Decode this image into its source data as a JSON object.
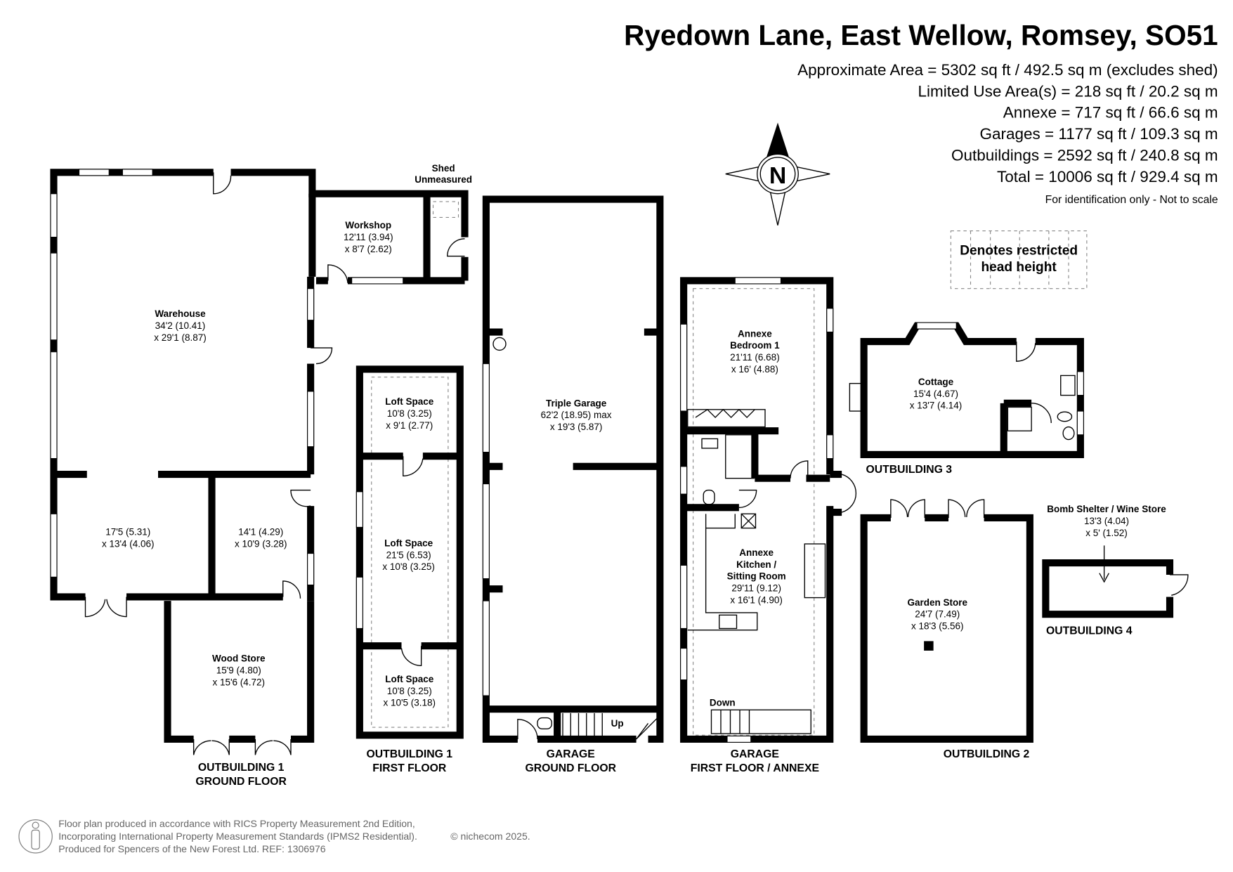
{
  "header": {
    "title": "Ryedown Lane, East Wellow, Romsey, SO51",
    "areas": [
      "Approximate Area = 5302 sq ft / 492.5 sq m (excludes shed)",
      "Limited Use Area(s) = 218 sq ft / 20.2 sq m",
      "Annexe = 717 sq ft / 66.6 sq m",
      "Garages = 1177 sq ft / 109.3 sq m",
      "Outbuildings = 2592 sq ft / 240.8 sq m",
      "Total = 10006 sq ft / 929.4 sq m"
    ],
    "disclaimer": "For identification only - Not to scale"
  },
  "compass": {
    "label": "N"
  },
  "legend": {
    "line1": "Denotes restricted",
    "line2": "head height"
  },
  "rooms": {
    "warehouse": {
      "name": "Warehouse",
      "d1": "34'2 (10.41)",
      "d2": "x 29'1 (8.87)"
    },
    "workshop": {
      "name": "Workshop",
      "d1": "12'11 (3.94)",
      "d2": "x 8'7 (2.62)"
    },
    "shed": {
      "name": "Shed",
      "d1": "Unmeasured"
    },
    "room_a": {
      "d1": "17'5 (5.31)",
      "d2": "x 13'4 (4.06)"
    },
    "room_b": {
      "d1": "14'1 (4.29)",
      "d2": "x 10'9 (3.28)"
    },
    "wood_store": {
      "name": "Wood Store",
      "d1": "15'9 (4.80)",
      "d2": "x 15'6 (4.72)"
    },
    "loft1": {
      "name": "Loft Space",
      "d1": "10'8 (3.25)",
      "d2": "x 9'1 (2.77)"
    },
    "loft2": {
      "name": "Loft Space",
      "d1": "21'5 (6.53)",
      "d2": "x 10'8 (3.25)"
    },
    "loft3": {
      "name": "Loft Space",
      "d1": "10'8 (3.25)",
      "d2": "x 10'5 (3.18)"
    },
    "triple_garage": {
      "name": "Triple Garage",
      "d1": "62'2 (18.95) max",
      "d2": "x 19'3 (5.87)"
    },
    "annexe_bed": {
      "name": "Annexe",
      "name2": "Bedroom 1",
      "d1": "21'11 (6.68)",
      "d2": "x 16' (4.88)"
    },
    "annexe_kitchen": {
      "name": "Annexe",
      "name2": "Kitchen /",
      "name3": "Sitting Room",
      "d1": "29'11 (9.12)",
      "d2": "x 16'1 (4.90)"
    },
    "cottage": {
      "name": "Cottage",
      "d1": "15'4 (4.67)",
      "d2": "x 13'7 (4.14)"
    },
    "garden_store": {
      "name": "Garden Store",
      "d1": "24'7 (7.49)",
      "d2": "x 18'3 (5.56)"
    },
    "bomb_shelter": {
      "name": "Bomb Shelter / Wine Store",
      "d1": "13'3 (4.04)",
      "d2": "x 5' (1.52)"
    }
  },
  "stairs": {
    "up": "Up",
    "down": "Down"
  },
  "plan_labels": {
    "ob1_ground": [
      "OUTBUILDING 1",
      "GROUND FLOOR"
    ],
    "ob1_first": [
      "OUTBUILDING 1",
      "FIRST FLOOR"
    ],
    "garage_ground": [
      "GARAGE",
      "GROUND FLOOR"
    ],
    "garage_first": [
      "GARAGE",
      "FIRST FLOOR / ANNEXE"
    ],
    "ob2": "OUTBUILDING 2",
    "ob3": "OUTBUILDING 3",
    "ob4": "OUTBUILDING 4"
  },
  "footer": {
    "line1": "Floor plan produced in accordance with RICS Property Measurement 2nd Edition,",
    "line2": "Incorporating International Property Measurement Standards (IPMS2 Residential).",
    "copyright": "© nichecom 2025.",
    "line3": "Produced for Spencers of the New Forest Ltd.   REF:  1306976"
  }
}
